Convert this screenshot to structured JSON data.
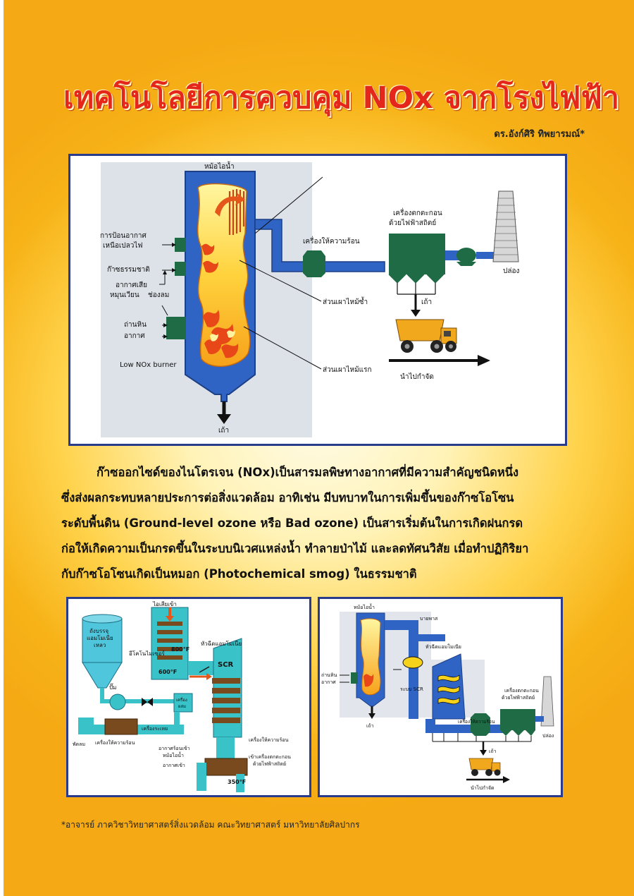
{
  "title": "เทคโนโลยีการควบคุม NOx จากโรงไฟฟ้า",
  "author": "ดร.อังก์ศิริ ทิพยารมณ์*",
  "main_figure": {
    "boiler": "หม้อไอน้ำ",
    "overfire_air_1": "การป้อนอากาศ",
    "overfire_air_2": "เหนือเปลวไฟ",
    "natural_gas": "ก๊าซธรรมชาติ",
    "recirc_1": "อากาศเสีย",
    "recirc_2": "หมุนเวียน",
    "air_port": "ช่องลม",
    "coal": "ถ่านหิน",
    "air": "อากาศ",
    "burner": "Low NOx burner",
    "ash_bottom": "เถ้า",
    "reburn_zone": "ส่วนเผาไหม้ซ้ำ",
    "primary_zone": "ส่วนเผาไหม้แรก",
    "heater": "เครื่องให้ความร้อน",
    "esp_1": "เครื่องตกตะกอน",
    "esp_2": "ด้วยไฟฟ้าสถิตย์",
    "stack": "ปล่อง",
    "ash_esp": "เถ้า",
    "disposal": "นำไปกำจัด"
  },
  "body_lines": [
    "ก๊าซออกไซด์ของไนโตรเจน (NOx)เป็นสารมลพิษทางอากาศที่มีความสำคัญชนิดหนึ่ง",
    "ซึ่งส่งผลกระทบหลายประการต่อสิ่งแวดล้อม อาทิเช่น มีบทบาทในการเพิ่มขึ้นของก๊าซโอโซน",
    "ระดับพื้นดิน (Ground-level ozone หรือ Bad ozone) เป็นสารเริ่มต้นในการเกิดฝนกรด",
    "ก่อให้เกิดความเป็นกรดขึ้นในระบบนิเวศแหล่งน้ำ ทำลายป่าไม้ และลดทัศนวิสัย เมื่อทำปฏิกิริยา",
    "กับก๊าซโอโซนเกิดเป็นหมอก (Photochemical smog) ในธรรมชาติ"
  ],
  "scr_figure": {
    "tank_1": "ถังบรรจุ",
    "tank_2": "แอมโมเนีย",
    "tank_3": "เหลว",
    "flue_in": "ไอเสียเข้า",
    "economizer": "อีโคโนไมเซอร์",
    "injector": "หัวฉีดแอมโมเนีย",
    "temp_800": "800°F",
    "temp_600": "600°F",
    "scr": "SCR",
    "pump": "ปั๊ม",
    "vaporizer_1": "เครื่อง",
    "vaporizer_2": "ผสม",
    "vaporizer_tag": "เครื่องระเหย",
    "fan": "พัดลม",
    "heater": "เครื่องให้ความร้อน",
    "hot_air_1": "อากาศร้อนเข้า",
    "hot_air_2": "หม้อไอน้ำ",
    "air_in": "อากาศเข้า",
    "heater_right": "เครื่องให้ความร้อน",
    "temp_350": "350°F",
    "to_esp_1": "เข้าเครื่องตกตะกอน",
    "to_esp_2": "ด้วยไฟฟ้าสถิตย์"
  },
  "plant_figure": {
    "boiler": "หม้อไอน้ำ",
    "bypass": "บายพาส",
    "injector": "หัวฉีดแอมโมเนีย",
    "coal": "ถ่านหิน",
    "air": "อากาศ",
    "scr_system": "ระบบ SCR",
    "heater": "เครื่องให้ความร้อน",
    "esp_1": "เครื่องตกตะกอน",
    "esp_2": "ด้วยไฟฟ้าสถิตย์",
    "stack": "ปล่อง",
    "ash_bottom": "เถ้า",
    "ash_esp": "เถ้า",
    "disposal": "นำไปกำจัด"
  },
  "footnote": "*อาจารย์ ภาควิชาวิทยาศาสตร์สิ่งแวดล้อม คณะวิทยาศาสตร์ มหาวิทยาลัยศิลปากร",
  "colors": {
    "title": "#e5261a",
    "frame": "#283b8c",
    "boiler_blue": "#2f63c4",
    "equipment_green": "#1f6b45",
    "teal": "#39c3c8",
    "background": "#f5a914"
  }
}
